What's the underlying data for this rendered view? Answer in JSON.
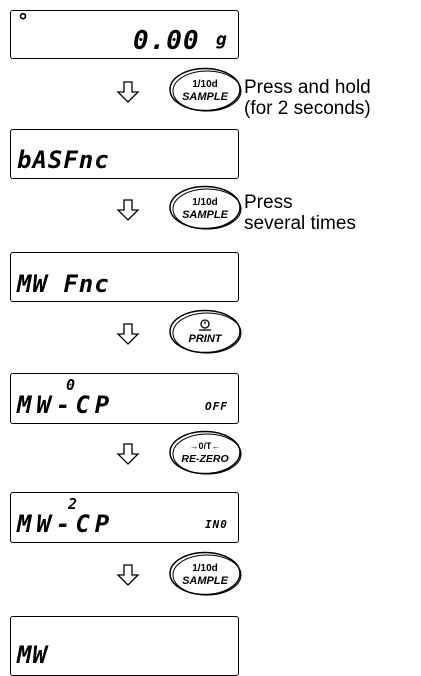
{
  "displays": [
    {
      "stability_mark": "°",
      "value": "0.00",
      "unit": "g"
    },
    {
      "text": "bASFnc"
    },
    {
      "text": "MW Fnc"
    },
    {
      "text": "MW-CP",
      "top_digit": "0",
      "right": "OFF"
    },
    {
      "text": "MW-CP",
      "top_digit": "2",
      "right": "IN0"
    },
    {
      "text": "MW"
    }
  ],
  "keys": [
    {
      "top": "1/10d",
      "bottom": "SAMPLE"
    },
    {
      "top": "1/10d",
      "bottom": "SAMPLE"
    },
    {
      "top": "",
      "bottom": "PRINT"
    },
    {
      "top": "→0/T←",
      "bottom": "RE-ZERO"
    },
    {
      "top": "1/10d",
      "bottom": "SAMPLE"
    }
  ],
  "notes": {
    "step1": "Press and hold\n(for 2 seconds)",
    "step2": "Press\nseveral times"
  }
}
